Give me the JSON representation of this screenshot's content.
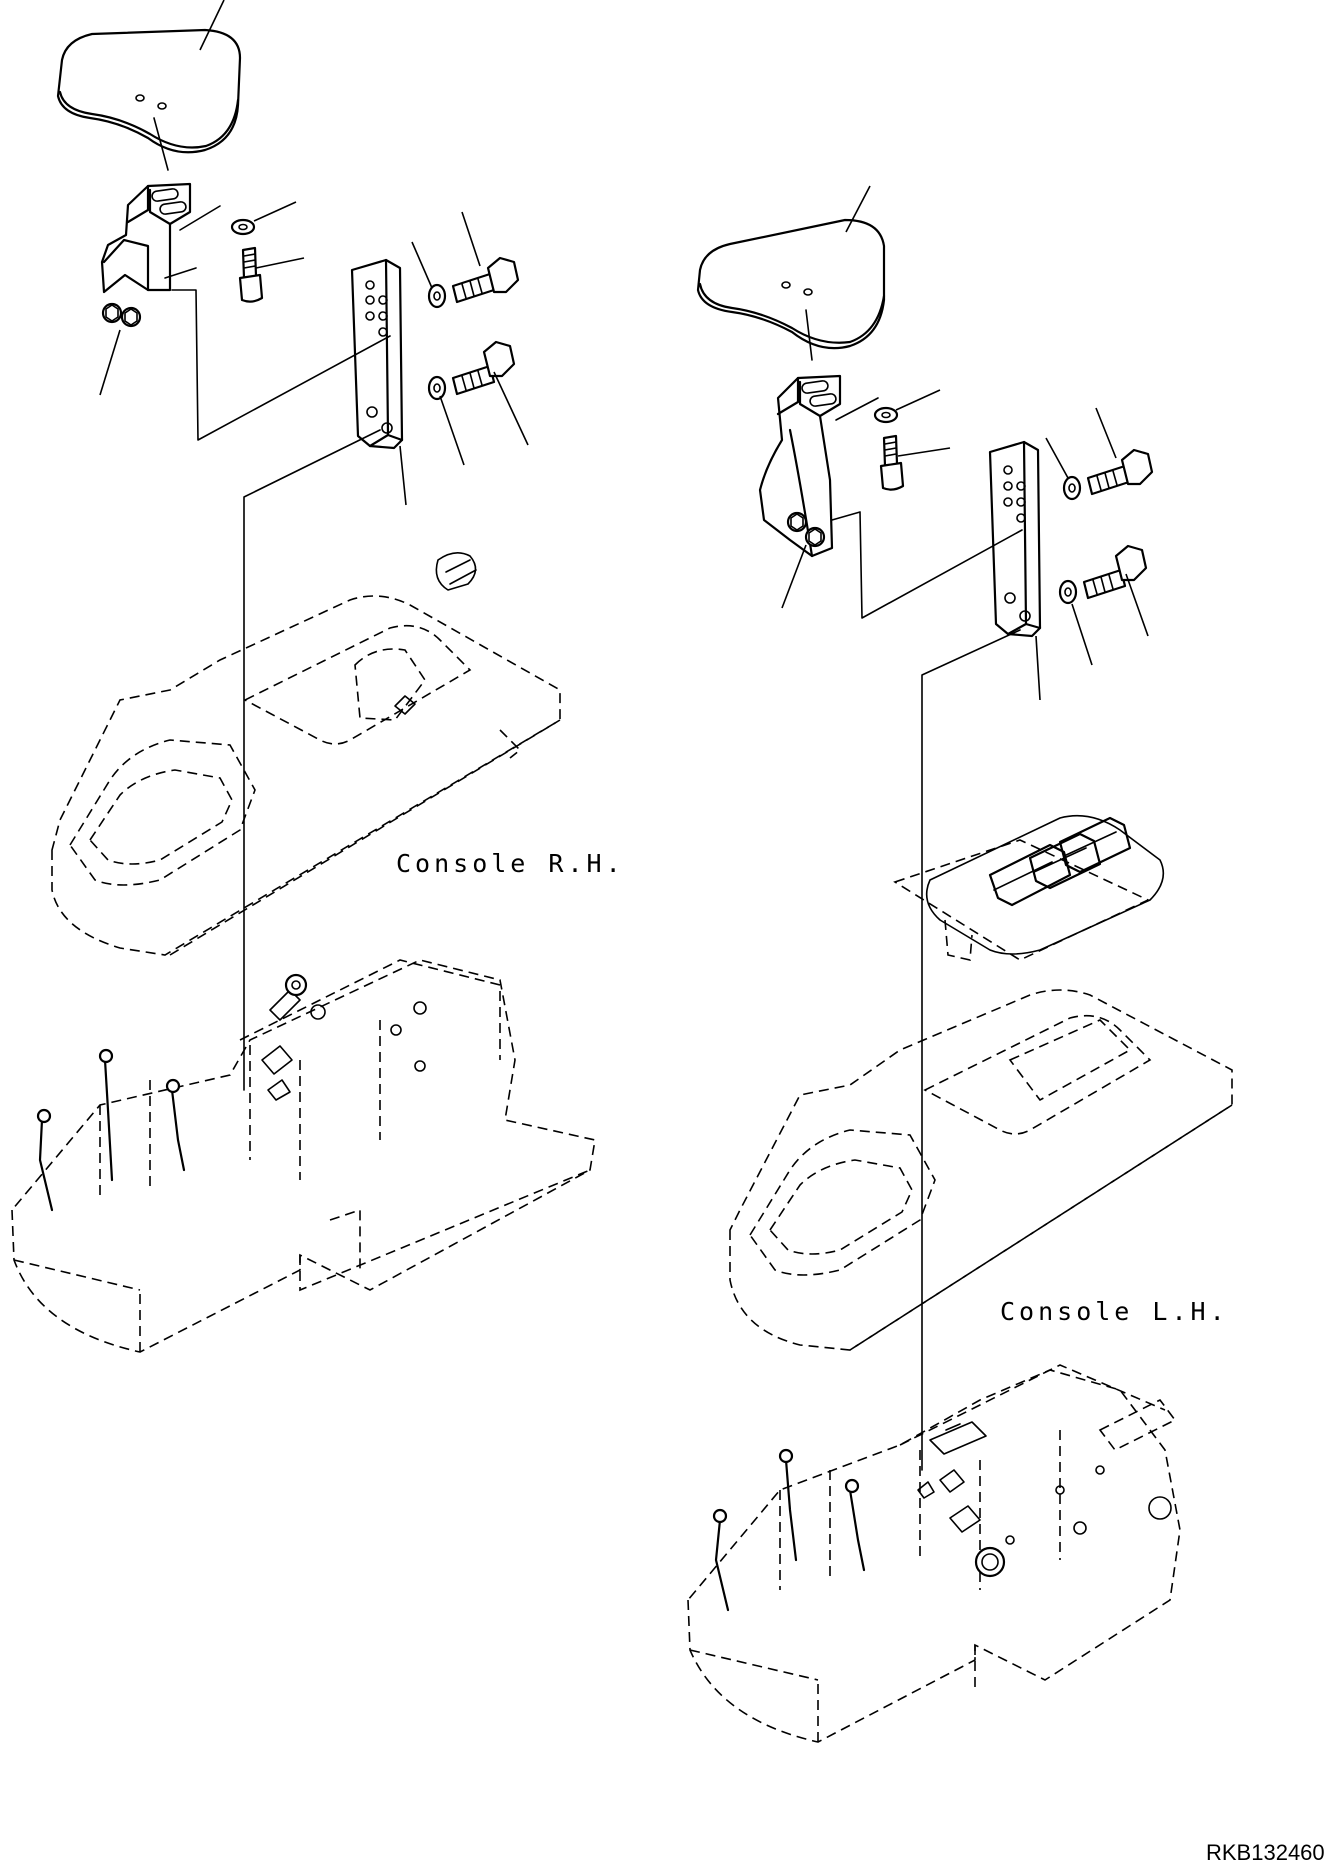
{
  "labels": {
    "console_rh": "Console R.H.",
    "console_lh": "Console L.H.",
    "drawing_number": "RKB132460"
  },
  "colors": {
    "line": "#000000",
    "background": "#ffffff"
  }
}
